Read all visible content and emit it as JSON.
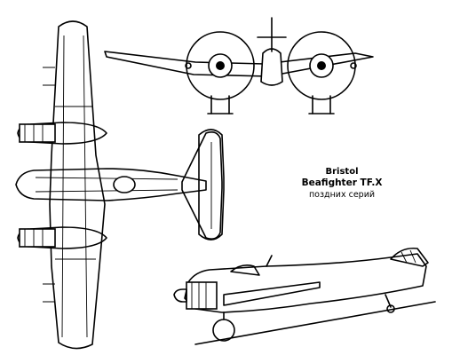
{
  "caption": {
    "maker": "Bristol",
    "model": "Beafighter TF.X",
    "variant": "поздних серий"
  }
}
